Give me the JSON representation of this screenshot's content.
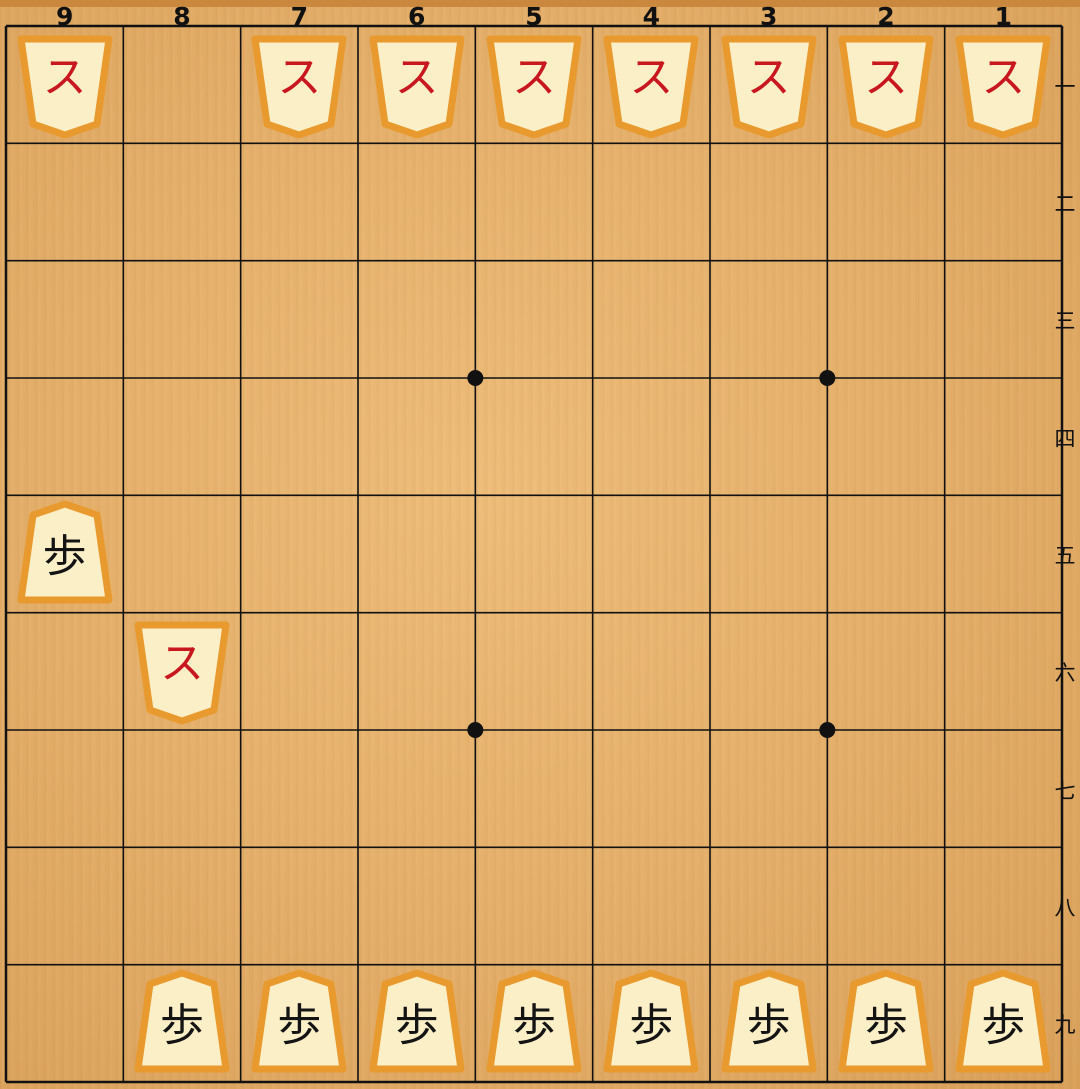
{
  "board": {
    "file_labels": [
      "9",
      "8",
      "7",
      "6",
      "5",
      "4",
      "3",
      "2",
      "1"
    ],
    "rank_labels": [
      "一",
      "二",
      "三",
      "四",
      "五",
      "六",
      "七",
      "八",
      "九"
    ],
    "colors": {
      "grid_line": "#111111",
      "piece_face": "#fbefc8",
      "piece_border": "#e89a2e",
      "gote_text": "#c8171e",
      "sente_text": "#141414"
    },
    "star_points": [
      {
        "file": 6,
        "rank": 3
      },
      {
        "file": 3,
        "rank": 3
      },
      {
        "file": 6,
        "rank": 6
      },
      {
        "file": 3,
        "rank": 6
      }
    ],
    "pieces": [
      {
        "file": 9,
        "rank": 1,
        "char": "ス",
        "side": "gote"
      },
      {
        "file": 7,
        "rank": 1,
        "char": "ス",
        "side": "gote"
      },
      {
        "file": 6,
        "rank": 1,
        "char": "ス",
        "side": "gote"
      },
      {
        "file": 5,
        "rank": 1,
        "char": "ス",
        "side": "gote"
      },
      {
        "file": 4,
        "rank": 1,
        "char": "ス",
        "side": "gote"
      },
      {
        "file": 3,
        "rank": 1,
        "char": "ス",
        "side": "gote"
      },
      {
        "file": 2,
        "rank": 1,
        "char": "ス",
        "side": "gote"
      },
      {
        "file": 1,
        "rank": 1,
        "char": "ス",
        "side": "gote"
      },
      {
        "file": 9,
        "rank": 5,
        "char": "歩",
        "side": "sente"
      },
      {
        "file": 8,
        "rank": 6,
        "char": "ス",
        "side": "gote"
      },
      {
        "file": 8,
        "rank": 9,
        "char": "歩",
        "side": "sente"
      },
      {
        "file": 7,
        "rank": 9,
        "char": "歩",
        "side": "sente"
      },
      {
        "file": 6,
        "rank": 9,
        "char": "歩",
        "side": "sente"
      },
      {
        "file": 5,
        "rank": 9,
        "char": "歩",
        "side": "sente"
      },
      {
        "file": 4,
        "rank": 9,
        "char": "歩",
        "side": "sente"
      },
      {
        "file": 3,
        "rank": 9,
        "char": "歩",
        "side": "sente"
      },
      {
        "file": 2,
        "rank": 9,
        "char": "歩",
        "side": "sente"
      },
      {
        "file": 1,
        "rank": 9,
        "char": "歩",
        "side": "sente"
      }
    ]
  }
}
